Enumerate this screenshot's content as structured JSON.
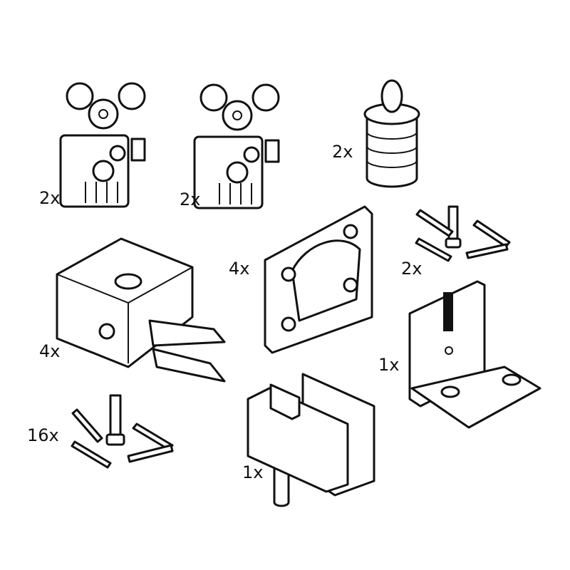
{
  "parts": [
    {
      "name": "roller-carriage-a",
      "quantity": "2x"
    },
    {
      "name": "roller-carriage-b",
      "quantity": "2x"
    },
    {
      "name": "guide-roller",
      "quantity": "2x"
    },
    {
      "name": "mounting-plate",
      "quantity": "4x"
    },
    {
      "name": "screws-small-set",
      "quantity": "2x"
    },
    {
      "name": "clip-connector",
      "quantity": "4x"
    },
    {
      "name": "angle-bracket",
      "quantity": "1x"
    },
    {
      "name": "screws-large-set",
      "quantity": "16x"
    },
    {
      "name": "floor-guide",
      "quantity": "1x"
    }
  ]
}
